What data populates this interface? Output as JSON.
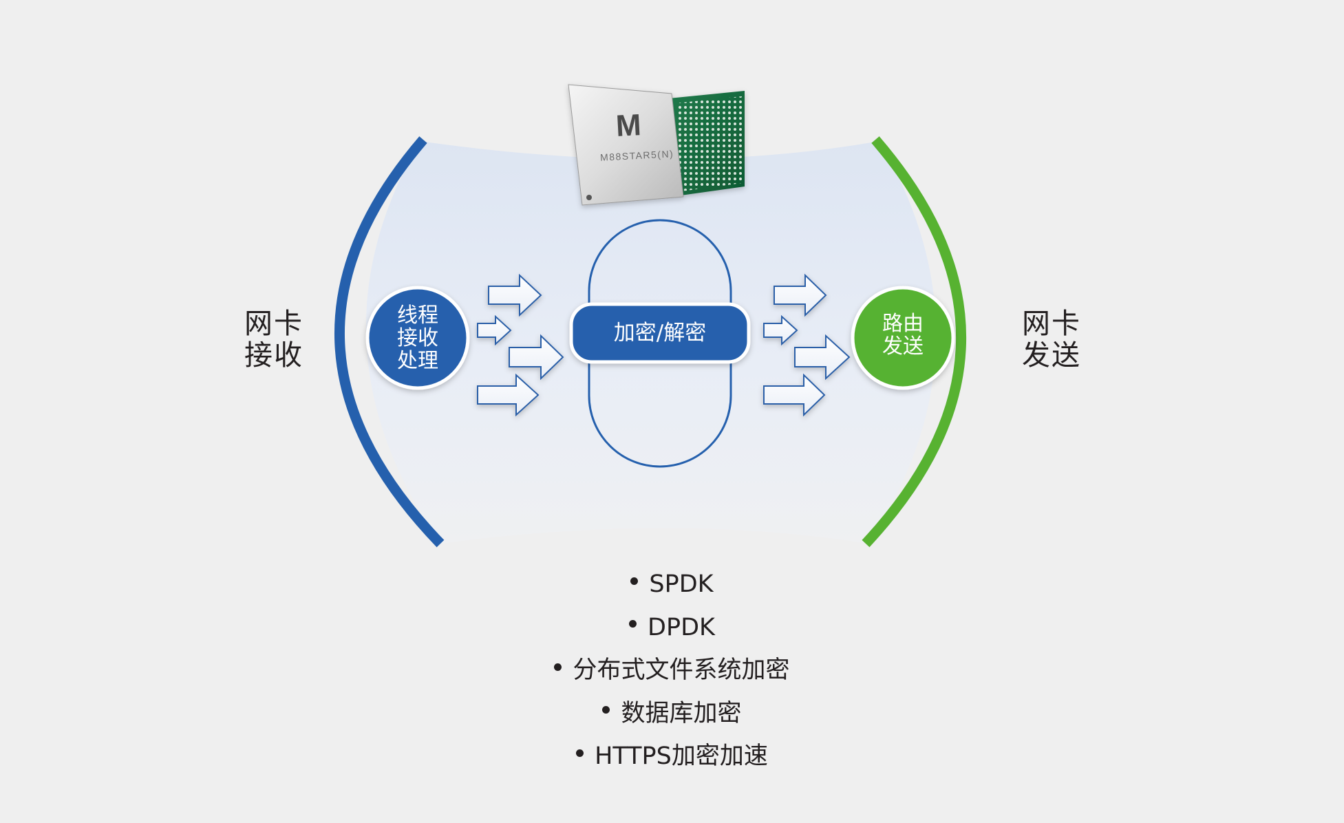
{
  "left_label": {
    "line1": "网卡",
    "line2": "接收"
  },
  "right_label": {
    "line1": "网卡",
    "line2": "发送"
  },
  "left_circle": {
    "line1": "线程",
    "line2": "接收",
    "line3": "处理"
  },
  "center_pill": {
    "label": "加密/解密"
  },
  "right_circle": {
    "line1": "路由",
    "line2": "发送"
  },
  "chip": {
    "logo": "M",
    "model": "M88STAR5(N)"
  },
  "features": [
    "SPDK",
    "DPDK",
    "分布式文件系统加密",
    "数据库加密",
    "HTTPS加密加速"
  ],
  "colors": {
    "blue": "#2560ad",
    "green": "#57b231",
    "background": "#efefef",
    "lens_fill": "#e4eaf4",
    "text": "#231f20"
  },
  "icons": [
    "chip-icon",
    "arrow-icon"
  ]
}
